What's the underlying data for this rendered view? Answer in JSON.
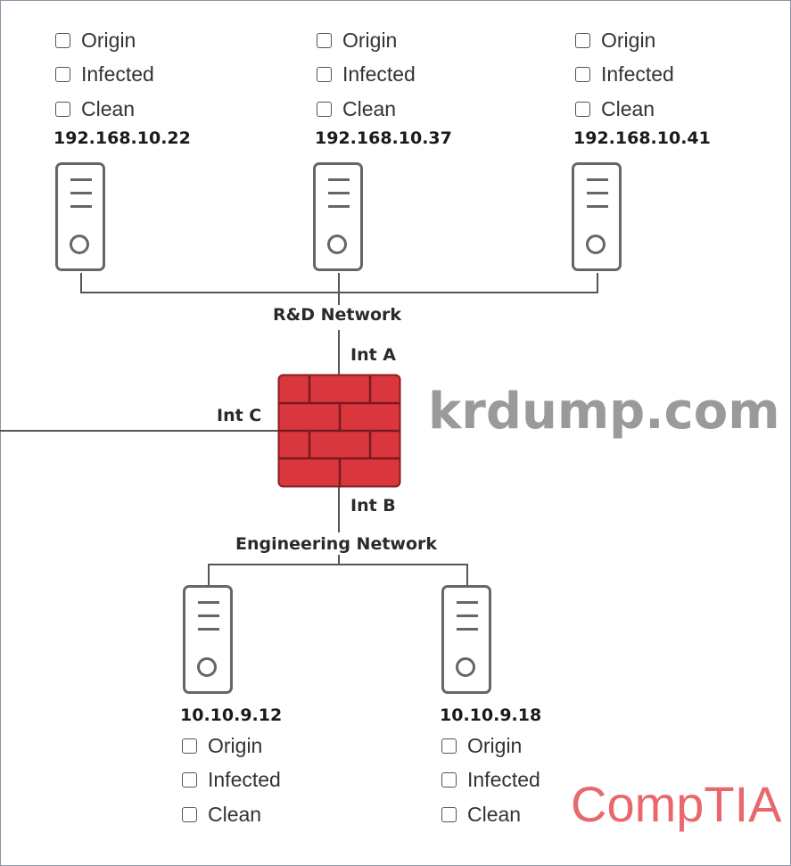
{
  "watermarks": {
    "logo": "CompTIA",
    "site": "krdump.com"
  },
  "options": [
    "Origin",
    "Infected",
    "Clean"
  ],
  "hosts": [
    {
      "ip": "192.168.10.22",
      "network": "R&D Network"
    },
    {
      "ip": "192.168.10.37",
      "network": "R&D Network"
    },
    {
      "ip": "192.168.10.41",
      "network": "R&D Network"
    },
    {
      "ip": "10.10.9.12",
      "network": "Engineering Network"
    },
    {
      "ip": "10.10.9.18",
      "network": "Engineering Network"
    }
  ],
  "networks": {
    "rnd": "R&D Network",
    "engineering": "Engineering Network"
  },
  "firewall": {
    "int_a": "Int A",
    "int_b": "Int B",
    "int_c": "Int C",
    "color": "#d9363e"
  }
}
